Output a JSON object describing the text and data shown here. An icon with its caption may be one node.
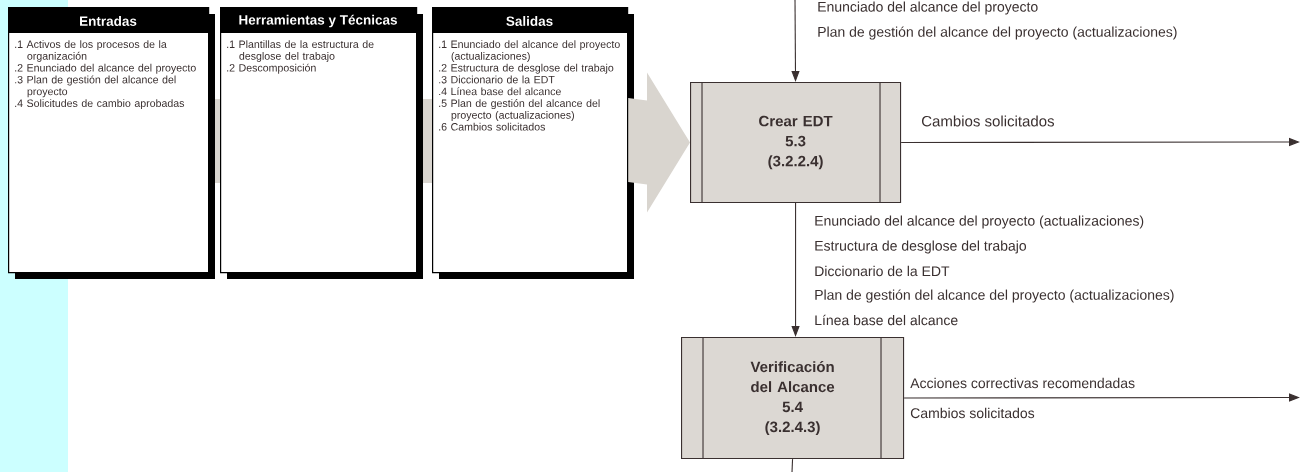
{
  "diagram": {
    "nodes": [
      {
        "text": [
          "Entradas",
          ".1 Activos de los procesos de la organización",
          ".2 Enunciado del alcance del proyecto",
          ".3 Plan de gestión del alcance del proyecto",
          ".4 Solicitudes de cambio aprobadas"
        ]
      },
      {
        "text": [
          "Herramientas y Técnicas",
          ".1 Plantillas de la estructura de desglose del trabajo",
          ".2 Descomposición"
        ]
      },
      {
        "text": [
          "Salidas",
          ".1 Enunciado del alcance del proyecto (actualizaciones)",
          ".2 Estructura de desglose del trabajo",
          ".3 Diccionario de la EDT",
          ".4 Línea base del alcance",
          ".5 Plan de gestión del alcance del proyecto (actualizaciones)",
          ".6 Cambios solicitados"
        ]
      },
      {
        "text": [
          "Crear EDT",
          "5.3",
          "(3.2.2.4)"
        ]
      },
      {
        "text": [
          "Verificación del Alcance",
          "5.4",
          "(3.2.4.3)"
        ]
      }
    ],
    "edges": [
      {
        "from": null,
        "to": 3,
        "arrow": "to"
      },
      {
        "from": 3,
        "to": null,
        "arrow": "to",
        "label": "Cambios solicitados"
      },
      {
        "from": 3,
        "to": 4,
        "arrow": "to"
      },
      {
        "from": 4,
        "to": null,
        "arrow": "to"
      },
      {
        "from": 4,
        "to": null,
        "arrow": "none"
      },
      {
        "from": 2,
        "to": 3,
        "arrow": "to",
        "style": "thick",
        "color": "#d9d5cf"
      }
    ],
    "labels": [
      "Enunciado del alcance del proyecto",
      "Plan de gestión del alcance del proyecto (actualizaciones)",
      "Enunciado del alcance del proyecto (actualizaciones)",
      "Estructura de desglose del trabajo",
      "Diccionario de la EDT",
      "Plan de gestión del alcance del proyecto (actualizaciones)",
      "Línea base del alcance",
      "Acciones correctivas recomendadas",
      "Cambios solicitados"
    ]
  }
}
